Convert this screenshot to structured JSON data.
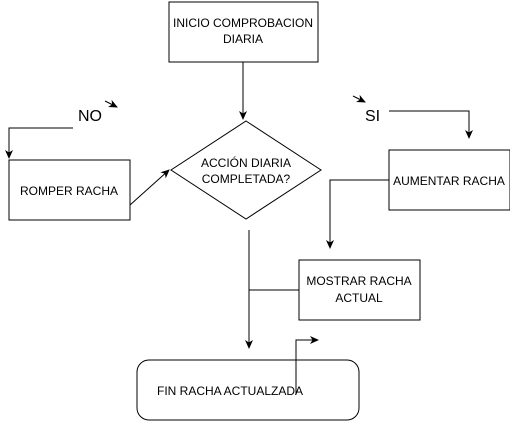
{
  "nodes": {
    "start": {
      "line1": "INICIO COMPROBACION",
      "line2": "DIARIA"
    },
    "decision": {
      "line1": "ACCIÓN DIARIA",
      "line2": "COMPLETADA?"
    },
    "break_streak": {
      "label": "ROMPER RACHA"
    },
    "increase_streak": {
      "label": "AUMENTAR RACHA"
    },
    "show_streak": {
      "line1": "MOSTRAR RACHA",
      "line2": "ACTUAL"
    },
    "end": {
      "label": "FIN RACHA ACTUALZADA"
    }
  },
  "branch_labels": {
    "no": "NO",
    "yes": "SI"
  },
  "colors": {
    "stroke": "#000000",
    "fill": "#ffffff"
  }
}
